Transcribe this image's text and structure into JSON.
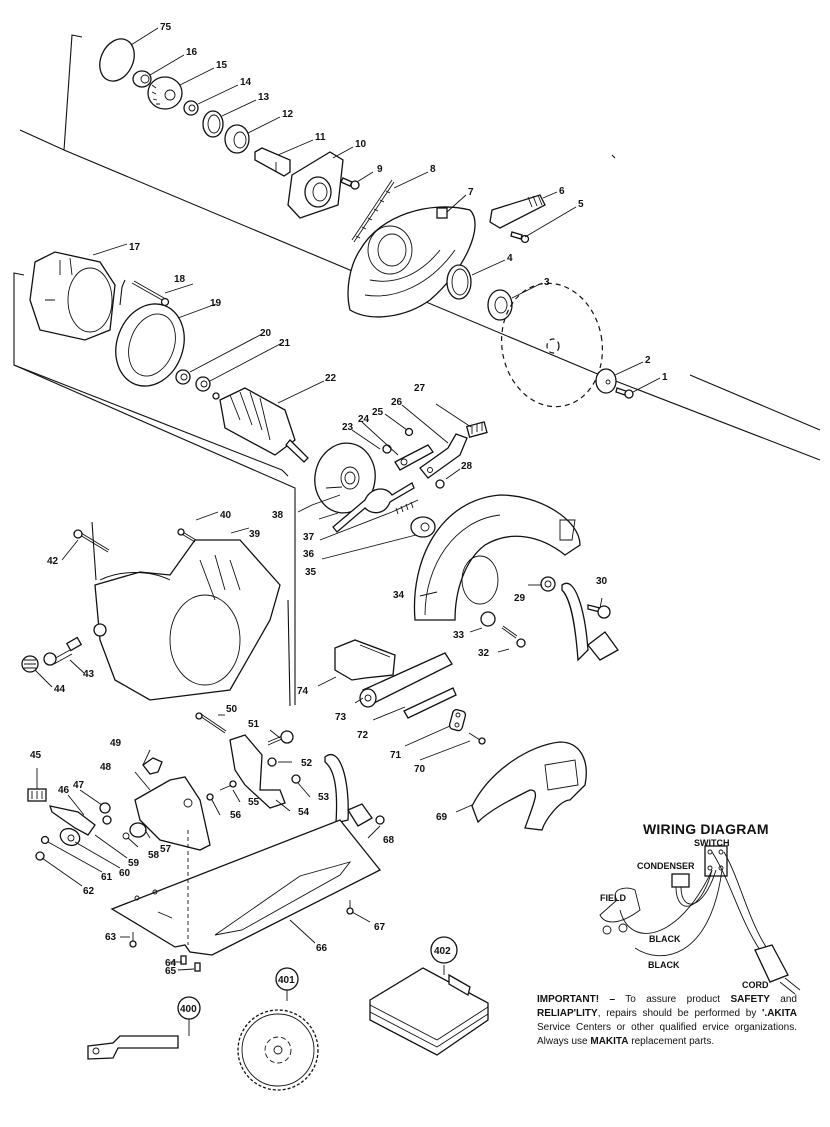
{
  "diagram": {
    "type": "exploded-parts-diagram",
    "subject": "Makita circular saw",
    "part_labels": [
      "1",
      "2",
      "3",
      "4",
      "5",
      "6",
      "7",
      "8",
      "9",
      "10",
      "11",
      "12",
      "13",
      "14",
      "15",
      "16",
      "17",
      "18",
      "19",
      "20",
      "21",
      "22",
      "23",
      "24",
      "25",
      "26",
      "27",
      "28",
      "29",
      "30",
      "32",
      "33",
      "34",
      "35",
      "36",
      "37",
      "38",
      "39",
      "40",
      "42",
      "43",
      "44",
      "45",
      "46",
      "47",
      "48",
      "49",
      "50",
      "51",
      "52",
      "53",
      "54",
      "55",
      "56",
      "57",
      "58",
      "59",
      "60",
      "61",
      "62",
      "63",
      "64",
      "65",
      "66",
      "67",
      "68",
      "69",
      "70",
      "71",
      "72",
      "73",
      "74",
      "75"
    ],
    "accessory_labels": [
      "400",
      "401",
      "402"
    ]
  },
  "wiring": {
    "title": "WIRING DIAGRAM",
    "switch": "SWITCH",
    "condenser": "CONDENSER",
    "field": "FIELD",
    "black_1": "BLACK",
    "black_2": "BLACK",
    "cord": "CORD"
  },
  "notice": {
    "lead": "IMPORTANT! –",
    "text_1": " To assure product ",
    "safety": "SAFETY",
    "text_2": " and ",
    "reliability": "RELIAP'LITY",
    "text_3": ", repairs should be performed by ",
    "brand_1": "'.AKITA",
    "text_4": " Service Centers or other qualified ervice organizations. Always use ",
    "brand_2": "MAKITA",
    "text_5": " replacement parts."
  }
}
